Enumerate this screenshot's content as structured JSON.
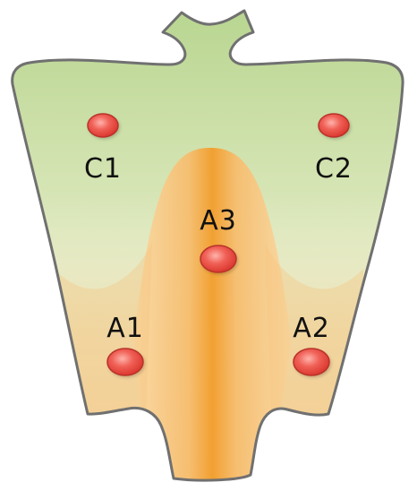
{
  "diagram": {
    "colors": {
      "outline": "#6e6e6e",
      "upper_green": "#c9dfa0",
      "upper_green_light": "#e8efc9",
      "lower_orange": "#f3a63a",
      "lower_orange_light": "#f9cf8f",
      "marker_fill": "#e8453d",
      "marker_highlight": "#ff9a92",
      "marker_stroke": "#b0241d"
    },
    "points": [
      {
        "id": "C1",
        "label": "C1"
      },
      {
        "id": "C2",
        "label": "C2"
      },
      {
        "id": "A3",
        "label": "A3"
      },
      {
        "id": "A1",
        "label": "A1"
      },
      {
        "id": "A2",
        "label": "A2"
      }
    ]
  }
}
